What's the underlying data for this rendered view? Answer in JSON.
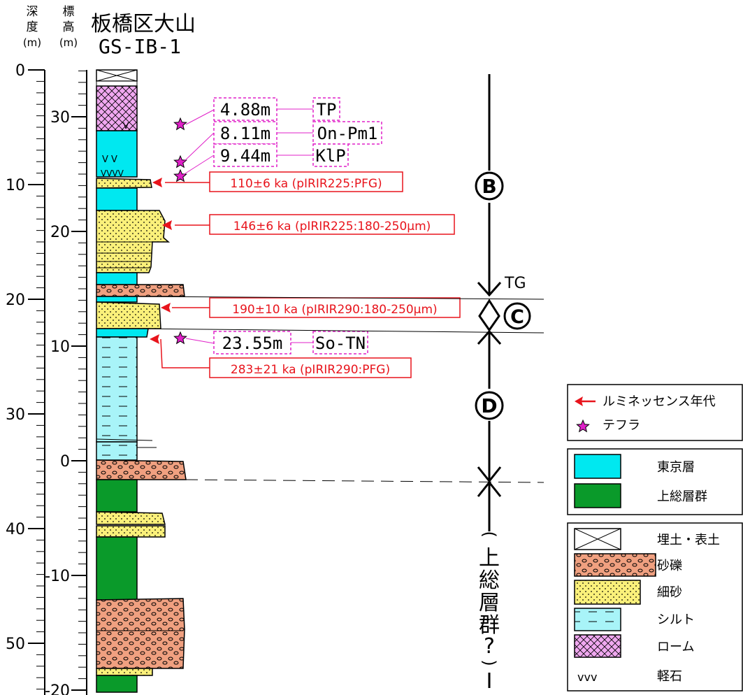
{
  "header": {
    "depth_label": "深度",
    "depth_unit": "(m)",
    "elev_label": "標高",
    "elev_unit": "(m)",
    "site_name": "板橋区大山",
    "core_id": "GS-IB-1"
  },
  "depth_axis": {
    "ticks": [
      {
        "label": "0",
        "value": 0
      },
      {
        "label": "10",
        "value": 10
      },
      {
        "label": "20",
        "value": 20
      },
      {
        "label": "30",
        "value": 30
      },
      {
        "label": "40",
        "value": 40
      },
      {
        "label": "50",
        "value": 50
      }
    ]
  },
  "elevation_axis": {
    "ticks": [
      {
        "label": "30",
        "value": 30
      },
      {
        "label": "20",
        "value": 20
      },
      {
        "label": "10",
        "value": 10
      },
      {
        "label": "0",
        "value": 0
      },
      {
        "label": "-10",
        "value": -10
      },
      {
        "label": "-20",
        "value": -20
      }
    ]
  },
  "tephras": [
    {
      "depth_label": "4.88m",
      "name": "TP"
    },
    {
      "depth_label": "8.11m",
      "name": "On-Pm1"
    },
    {
      "depth_label": "9.44m",
      "name": "KlP"
    },
    {
      "depth_label": "23.55m",
      "name": "So-TN"
    }
  ],
  "luminescence_ages": [
    {
      "label": "110±6 ka (pIRIR225:PFG)"
    },
    {
      "label": "146±6 ka (pIRIR225:180-250μm)"
    },
    {
      "label": "190±10 ka (pIRIR290:180-250μm)"
    },
    {
      "label": "283±21 ka (pIRIR290:PFG)"
    }
  ],
  "units": {
    "B": "B",
    "C": "C",
    "D": "D",
    "tg": "TG",
    "kazusa_question": [
      "(",
      "上",
      "総",
      "層",
      "群",
      "?",
      ")"
    ]
  },
  "legend": {
    "symbols": [
      {
        "label": "ルミネッセンス年代",
        "icon": "red-arrow-icon",
        "color": "#e8141c"
      },
      {
        "label": "テフラ",
        "icon": "magenta-star-icon",
        "color": "#e020c8"
      }
    ],
    "formations": [
      {
        "label": "東京層",
        "color": "#00e8f0"
      },
      {
        "label": "上総層群",
        "color": "#0a9a2a"
      }
    ],
    "lithology": [
      {
        "label": "埋土・表土",
        "pattern": "fill"
      },
      {
        "label": "砂礫",
        "pattern": "gravel",
        "color": "#f0a080"
      },
      {
        "label": "細砂",
        "pattern": "sand",
        "color": "#faf07a"
      },
      {
        "label": "シルト",
        "pattern": "silt",
        "color": "#a8f4f8"
      },
      {
        "label": "ローム",
        "pattern": "loam",
        "color": "#f0a8f0"
      },
      {
        "label": "軽石",
        "pattern": "pumice",
        "symbol": "vvv"
      }
    ]
  },
  "colors": {
    "tokyo_formation": "#00e8f0",
    "kazusa_group": "#0a9a2a",
    "gravel": "#f0a080",
    "fine_sand": "#faf07a",
    "silt": "#a8f4f8",
    "loam": "#f0a8f0",
    "luminescence": "#e8141c",
    "tephra": "#e020c8"
  }
}
